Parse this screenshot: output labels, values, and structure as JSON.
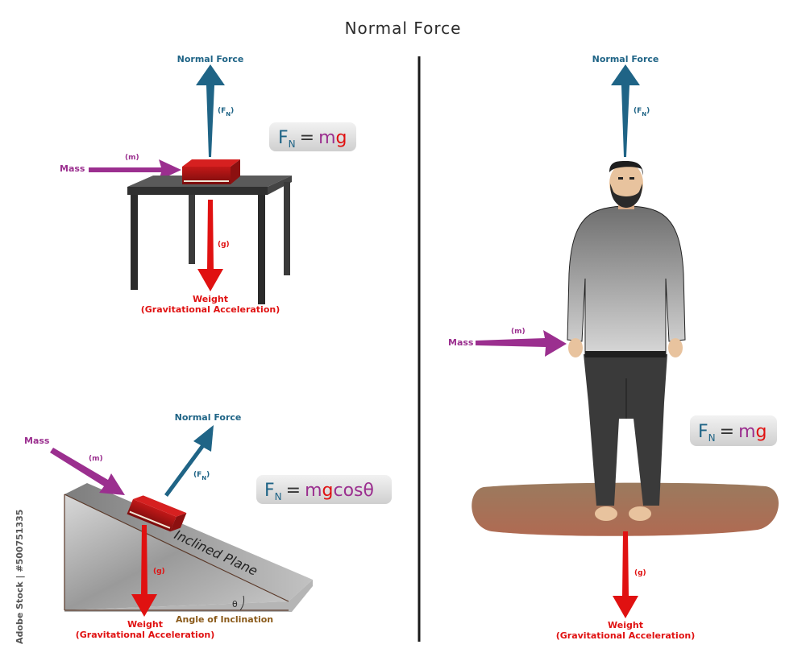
{
  "title": "Normal Force",
  "panels": {
    "table": {
      "normal_label": "Normal Force",
      "fn_label": "(F",
      "fn_sub": "N",
      "fn_close": ")",
      "mass_label": "Mass",
      "m_label": "(m)",
      "g_label": "(g)",
      "weight_label": "Weight",
      "grav_label": "(Gravitational Acceleration)",
      "equation": {
        "lhs": "F",
        "sub": "N",
        "eqs": "=",
        "m": "m",
        "g": "g"
      }
    },
    "incline": {
      "normal_label": "Normal Force",
      "fn_label": "(F",
      "fn_sub": "N",
      "fn_close": ")",
      "mass_label": "Mass",
      "m_label": "(m)",
      "g_label": "(g)",
      "weight_label": "Weight",
      "grav_label": "(Gravitational Acceleration)",
      "plane_label": "Inclined Plane",
      "theta": "θ",
      "angle_label": "Angle of Inclination",
      "equation": {
        "lhs": "F",
        "sub": "N",
        "eqs": "=",
        "m": "m",
        "g": "g",
        "tail": "cosθ"
      }
    },
    "person": {
      "normal_label": "Normal Force",
      "fn_label": "(F",
      "fn_sub": "N",
      "fn_close": ")",
      "mass_label": "Mass",
      "m_label": "(m)",
      "g_label": "(g)",
      "weight_label": "Weight",
      "grav_label": "(Gravitational Acceleration)",
      "equation": {
        "lhs": "F",
        "sub": "N",
        "eqs": "=",
        "m": "m",
        "g": "g"
      }
    }
  },
  "side_text": "Adobe Stock | #500751335",
  "colors": {
    "normal_arrow": "#1f6486",
    "mass_arrow": "#9b2f8f",
    "weight_arrow": "#e01111",
    "equation_green": "#2e8b57"
  }
}
